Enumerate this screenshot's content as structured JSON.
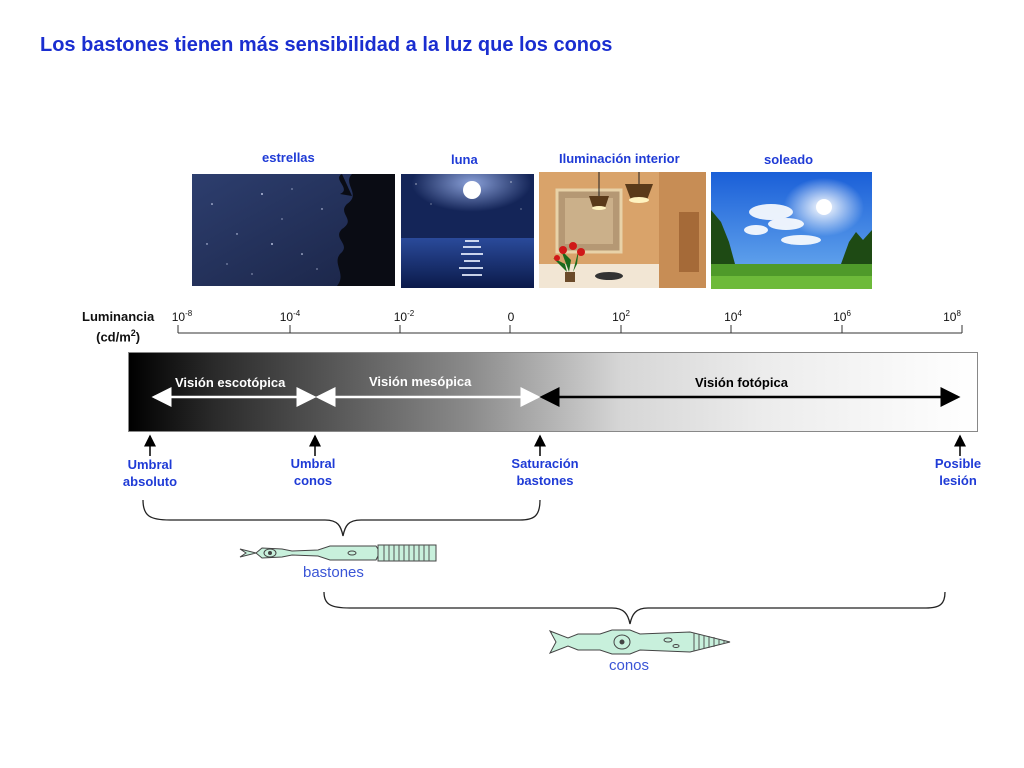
{
  "title": "Los bastones tienen más sensibilidad a la luz que los conos",
  "pictures": [
    {
      "label": "estrellas"
    },
    {
      "label": "luna"
    },
    {
      "label": "Iluminación interior"
    },
    {
      "label": "soleado"
    }
  ],
  "axis": {
    "title_line1": "Luminancia",
    "title_line2_base": "(cd/m",
    "title_line2_sup": "2",
    "title_line2_end": ")",
    "ticks": [
      {
        "base": "10",
        "exp": "-8"
      },
      {
        "base": "10",
        "exp": "-4"
      },
      {
        "base": "10",
        "exp": "-2"
      },
      {
        "base": "0",
        "exp": ""
      },
      {
        "base": "10",
        "exp": "2"
      },
      {
        "base": "10",
        "exp": "4"
      },
      {
        "base": "10",
        "exp": "6"
      },
      {
        "base": "10",
        "exp": "8"
      }
    ]
  },
  "vision": {
    "escotopica": "Visión escotópica",
    "mesopica": "Visión  mesópica",
    "fotopica": "Visión fotópica"
  },
  "markers": [
    {
      "line1": "Umbral",
      "line2": "absoluto"
    },
    {
      "line1": "Umbral",
      "line2": "conos"
    },
    {
      "line1": "Saturación",
      "line2": "bastones"
    },
    {
      "line1": "Posible",
      "line2": "lesión"
    }
  ],
  "cells": {
    "bastones": "bastones",
    "conos": "conos"
  },
  "colors": {
    "title": "#1a2ed0",
    "labels": "#1f3bd6",
    "cell_fill": "#c8f0dc"
  }
}
